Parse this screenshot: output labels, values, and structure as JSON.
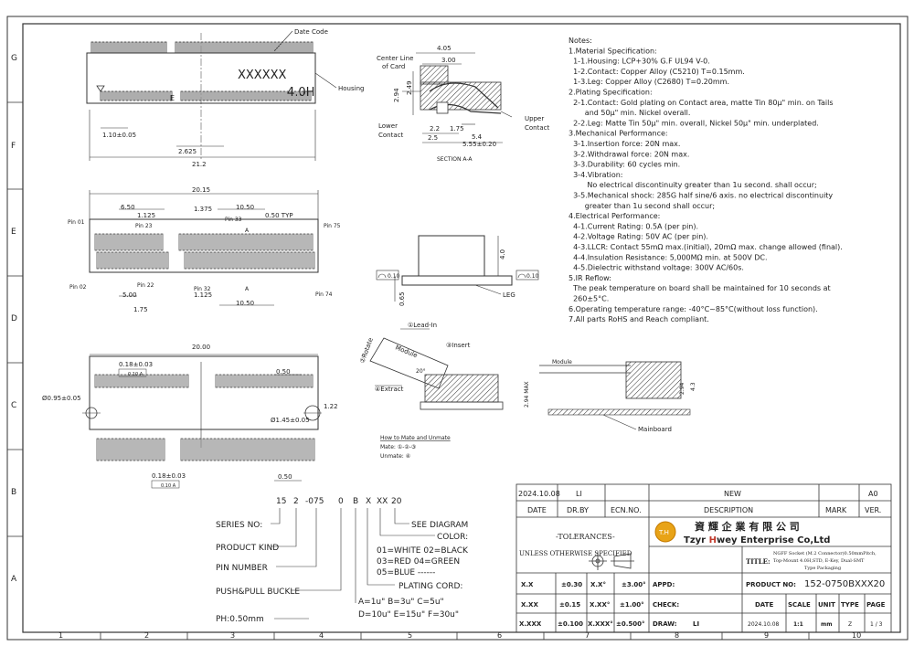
{
  "frame": {
    "top_numbers": [
      "1",
      "2",
      "3",
      "4",
      "5",
      "6",
      "7",
      "8",
      "9",
      "10"
    ],
    "row_letters": [
      "G",
      "F",
      "E",
      "D",
      "C",
      "B",
      "A"
    ]
  },
  "top_view": {
    "date_code": "Date Code",
    "housing": "Housing",
    "marking": "XXXXXX",
    "version": "4.0H",
    "dim_pitch": "1.10±0.05",
    "dim_offset": "2.625",
    "dim_width": "21.2",
    "e_mark": "E"
  },
  "section": {
    "center_line": "Center Line\nof Card",
    "lower_contact": "Lower\nContact",
    "upper_contact": "Upper\nContact",
    "caption": "SECTION A-A",
    "dims": [
      "4.05",
      "3.00",
      "2.94",
      "2.49",
      "2.2",
      "1.75",
      "2.5",
      "5.4",
      "5.55±0.20"
    ]
  },
  "notes": [
    "Notes:",
    "1.Material Specification:",
    "  1-1.Housing: LCP+30% G.F UL94 V-0.",
    "  1-2.Contact: Copper Alloy (C5210) T=0.15mm.",
    "  1-3.Leg: Copper Alloy (C2680) T=0.20mm.",
    "2.Plating Specification:",
    "  2-1.Contact: Gold plating on Contact area, matte Tin 80μ\" min. on Tails",
    "       and 50μ\" min. Nickel overall.",
    "  2-2.Leg: Matte Tin 50μ\" min. overall, Nickel 50μ\" min. underplated.",
    "3.Mechanical Performance:",
    "  3-1.Insertion force: 20N max.",
    "  3-2.Withdrawal force: 20N max.",
    "  3-3.Durability: 60 cycles min.",
    "  3-4.Vibration:",
    "        No electrical discontinuity greater than 1u second. shall occur;",
    "  3-5.Mechanical shock: 285G half sine/6 axis. no electrical discontinuity",
    "       greater than 1u second shall occur;",
    "4.Electrical Performance:",
    "  4-1.Current Rating: 0.5A (per pin).",
    "  4-2.Voltage Rating: 50V AC (per pin).",
    "  4-3.LLCR: Contact 55mΩ max.(initial), 20mΩ max. change allowed (final).",
    "  4-4.Insulation Resistance: 5,000MΩ min. at 500V DC.",
    "  4-5.Dielectric withstand voltage: 300V AC/60s.",
    "5.IR Reflow:",
    "  The peak temperature on board shall be maintained for 10 seconds at",
    "  260±5°C.",
    "6.Operating temperature range: -40°C~85°C(without loss function).",
    "7.All parts RoHS and Reach compliant."
  ],
  "middle_view": {
    "dim_total": "20.15",
    "dims": [
      "6.50",
      "1.125",
      "1.375",
      "10.50",
      "0.50 TYP",
      "5.00",
      "1.125",
      "10.50",
      "1.75"
    ],
    "pins": [
      "Pin 01",
      "Pin 23",
      "Pin 33",
      "Pin 75",
      "Pin 02",
      "Pin 22",
      "Pin 32",
      "Pin 74"
    ],
    "section_marks": [
      "A",
      "A"
    ]
  },
  "side_view": {
    "leg": "LEG",
    "dim_height": "4.0",
    "dim_leg": "0.65",
    "tol_left": "0.10",
    "tol_right": "0.10"
  },
  "bottom_view": {
    "dim_total": "20.00",
    "dim_top": "0.18±0.03",
    "tol_top": "0.10 A",
    "dim_pitch_top": "0.50",
    "hole_left": "Ø0.95±0.05",
    "hole_right": "Ø1.45±0.05",
    "dim_right": "1.22",
    "dim_bottom": "0.18±0.03",
    "tol_bottom": "0.10 A",
    "dim_pitch_bottom": "0.50"
  },
  "mating": {
    "lead_in": "①Lead-In",
    "rotate": "②Rotate",
    "insert": "③Insert",
    "extract": "④Extract",
    "module": "Module",
    "angle": "20°",
    "how_to": "How to Mate and Unmate",
    "mate": "Mate: ①-②-③",
    "unmate": "Unmate: ④"
  },
  "mated_view": {
    "module": "Module",
    "dim_max": "2.94 MAX",
    "dim_a": "2.94",
    "dim_b": "4.3",
    "mainboard": "Mainboard"
  },
  "part_number": {
    "pn": [
      "15",
      "2",
      "-075",
      "0",
      "B",
      "X",
      "XX",
      "20"
    ],
    "labels": {
      "series": "SERIES NO:",
      "kind": "PRODUCT KIND",
      "pin_number": "PIN NUMBER",
      "buckle": "PUSH&PULL BUCKLE",
      "pitch": "PH:0.50mm",
      "see_diagram": "SEE DIAGRAM",
      "color": "COLOR:",
      "plating": "PLATING CORD:"
    },
    "color_rows": [
      "01=WHITE  02=BLACK",
      "03=RED    04=GREEN",
      "05=BLUE   ------"
    ],
    "plating_rows": [
      "A=1u\"   B=3u\"   C=5u\"",
      "D=10u\"  E=15u\"  F=30u\""
    ]
  },
  "title_block": {
    "rev_row": [
      "2024.10.08",
      "LI",
      "",
      "NEW",
      "",
      "A0"
    ],
    "headers": [
      "DATE",
      "DR.BY",
      "ECN.NO.",
      "DESCRIPTION",
      "MARK",
      "VER."
    ],
    "tolerances_title": "-TOLERANCES-",
    "tolerances_sub": "UNLESS OTHERWISE SPECIFIED",
    "company_cn": "資 輝 企 業 有 限 公 司",
    "company_en_1": "Tzyr ",
    "company_en_2": "H",
    "company_en_3": "wey Enterprise Co,Ltd",
    "logo": "T.H",
    "title_label": "TITLE:",
    "title_value": "NGFF Socket (M.2 Connector)0.50mmPitch, Top-Mount 4.0H,STD, E-Key, Dual-SMT Type Packaging",
    "tol_rows": [
      [
        "X.X",
        "±0.30",
        "X.X°",
        "±3.00°"
      ],
      [
        "X.XX",
        "±0.15",
        "X.XX°",
        "±1.00°"
      ],
      [
        "X.XXX",
        "±0.100",
        "X.XXX°",
        "±0.500°"
      ]
    ],
    "appd": "APPD:",
    "check": "CHECK:",
    "draw": "DRAW:",
    "drawer": "LI",
    "product_no_label": "PRODUCT NO:",
    "product_no": "152-0750BXXX20",
    "footer_headers": [
      "DATE",
      "SCALE",
      "UNIT",
      "TYPE",
      "PAGE"
    ],
    "footer_values": [
      "2024.10.08",
      "1:1",
      "mm",
      "Z",
      "1 / 3"
    ]
  }
}
